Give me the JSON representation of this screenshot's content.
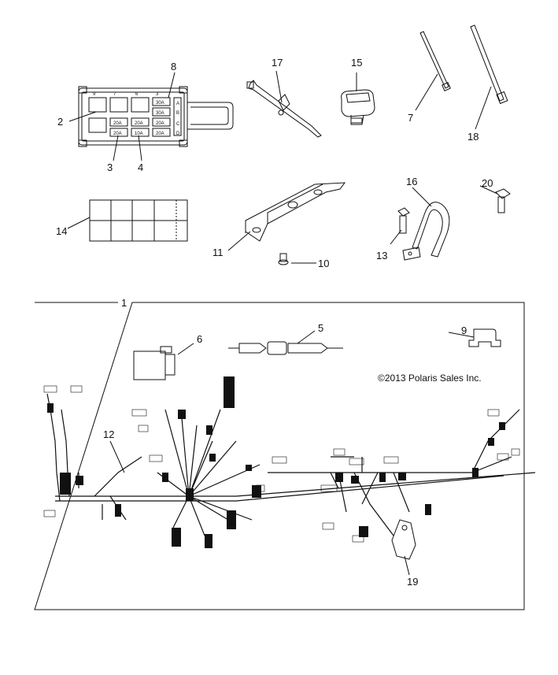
{
  "callouts": {
    "n1": "1",
    "n2": "2",
    "n3": "3",
    "n4": "4",
    "n5": "5",
    "n6": "6",
    "n7": "7",
    "n8": "8",
    "n9": "9",
    "n10": "10",
    "n11": "11",
    "n12": "12",
    "n13": "13",
    "n14": "14",
    "n15": "15",
    "n16": "16",
    "n17": "17",
    "n18": "18",
    "n19": "19",
    "n20": "20"
  },
  "copyright": "©2013 Polaris Sales Inc.",
  "fuse_box": {
    "column_markers": [
      "9",
      "7",
      "6",
      "3"
    ],
    "row_markers": [
      "A",
      "B",
      "C",
      "D"
    ],
    "fuses": [
      "30A",
      "30A",
      "20A",
      "20A",
      "20A",
      "20A",
      "10A",
      "20A"
    ]
  }
}
